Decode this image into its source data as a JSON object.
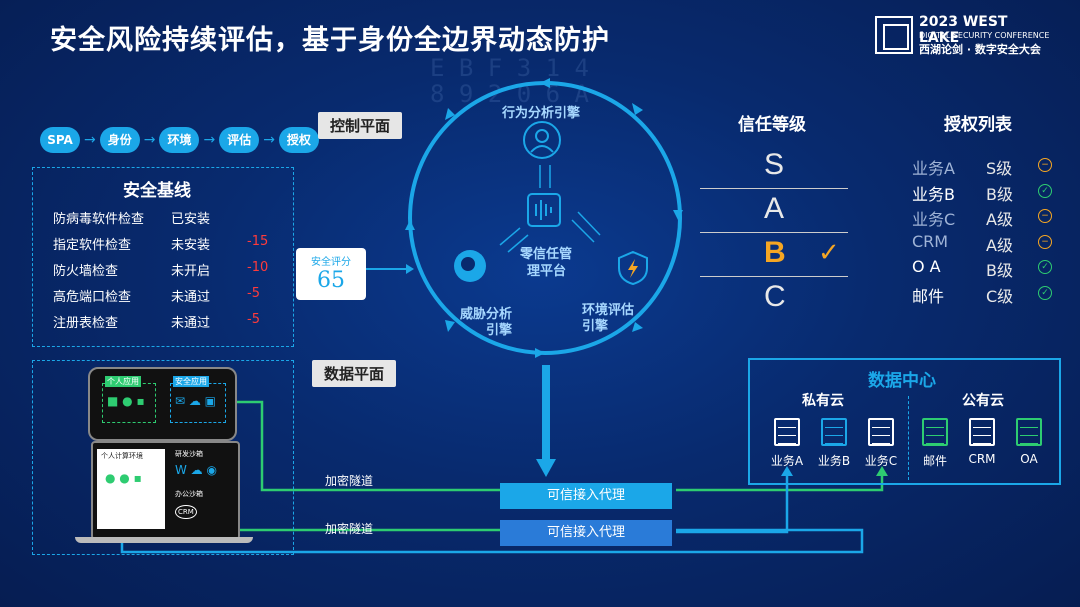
{
  "title": "安全风险持续评估，基于身份全边界动态防护",
  "logo": {
    "line1": "2023 WEST LAKE",
    "line2": "DIGITAL SECURITY CONFERENCE",
    "line3": "西湖论剑 · 数字安全大会"
  },
  "flow": [
    "SPA",
    "身份",
    "环境",
    "评估",
    "授权"
  ],
  "control_plane": "控制平面",
  "data_plane": "数据平面",
  "baseline": {
    "title": "安全基线",
    "rows": [
      {
        "item": "防病毒软件检查",
        "status": "已安装",
        "penalty": ""
      },
      {
        "item": "指定软件检查",
        "status": "未安装",
        "penalty": "-15"
      },
      {
        "item": "防火墙检查",
        "status": "未开启",
        "penalty": "-10"
      },
      {
        "item": "高危端口检查",
        "status": "未通过",
        "penalty": "-5"
      },
      {
        "item": "注册表检查",
        "status": "未通过",
        "penalty": "-5"
      }
    ]
  },
  "score": {
    "label": "安全评分",
    "value": "65"
  },
  "engines": {
    "behavior": "行为分析引擎",
    "threat1": "威胁分析",
    "threat2": "引擎",
    "env1": "环境评估",
    "env2": "引擎",
    "core1": "零信任管",
    "core2": "理平台"
  },
  "trust": {
    "title": "信任等级",
    "levels": [
      "S",
      "A",
      "B",
      "C"
    ],
    "current": "B",
    "check": "✓"
  },
  "auth": {
    "title": "授权列表",
    "items": [
      {
        "name": "业务A",
        "level": "S级",
        "state": "minus"
      },
      {
        "name": "业务B",
        "level": "B级",
        "state": "check"
      },
      {
        "name": "业务C",
        "level": "A级",
        "state": "minus"
      },
      {
        "name": "CRM",
        "level": "A级",
        "state": "minus"
      },
      {
        "name": "O A",
        "level": "B级",
        "state": "check"
      },
      {
        "name": "邮件",
        "level": "C级",
        "state": "check"
      }
    ]
  },
  "datacenter": {
    "title": "数据中心",
    "private": "私有云",
    "public": "公有云",
    "private_items": [
      "业务A",
      "业务B",
      "业务C"
    ],
    "public_items": [
      "邮件",
      "CRM",
      "OA"
    ]
  },
  "tunnel": "加密隧道",
  "proxy": "可信接入代理",
  "devices": {
    "personal_app": "个人应用",
    "secure_app": "安全应用",
    "personal_env": "个人计算环境",
    "dev_sandbox": "研发沙箱",
    "office_sandbox": "办公沙箱",
    "crm": "CRM"
  },
  "colors": {
    "accent": "#1ba7e8",
    "green": "#2ecc71",
    "orange": "#f5a623",
    "highlight": "#f5a623",
    "red": "#ff3b3b"
  }
}
